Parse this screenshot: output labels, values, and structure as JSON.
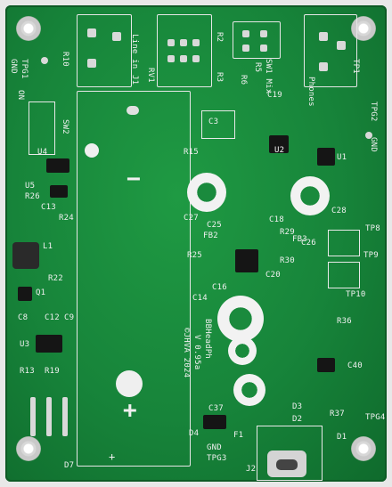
{
  "image": {
    "subject": "printed circuit board",
    "board_color": "#168238",
    "silkscreen_color": "#f0f0f0"
  },
  "labels": {
    "line_in": "Line in",
    "j1": "J1",
    "rv1": "RV1",
    "r2": "R2",
    "r3": "R3",
    "r5": "R5",
    "r6": "R6",
    "sw1_mix": "SW1 Mix",
    "phones": "Phones",
    "tp1": "TP1",
    "tpg1": "TPG1",
    "gnd_tl": "GND",
    "r10": "R10",
    "on": "ON",
    "sw2": "SW2",
    "tpg2": "TPG2",
    "gnd_r": "GND",
    "u1": "U1",
    "u2": "U2",
    "u4": "U4",
    "u5": "U5",
    "c3": "C3",
    "r15": "R15",
    "c18": "C18",
    "c19": "C19",
    "c25": "C25",
    "c26": "C26",
    "c27": "C27",
    "c28": "C28",
    "fb2": "FB2",
    "fb3": "FB3",
    "r25": "R25",
    "r29": "R29",
    "r30": "R30",
    "c14": "C14",
    "c16": "C16",
    "c20": "C20",
    "tp9": "TP9",
    "tp10": "TP10",
    "tp8": "TP8",
    "r36": "R36",
    "c40": "C40",
    "r13": "R13",
    "r19": "R19",
    "u3": "U3",
    "r26": "R26",
    "c13": "C13",
    "r24": "R24",
    "r22": "R22",
    "c8": "C8",
    "c12": "C12",
    "c9": "C9",
    "l1": "L1",
    "q1": "Q1",
    "bbheadphone": "BBHeadPh",
    "version": "V 0.95a",
    "copyright": "©JHVA 2024",
    "d3": "D3",
    "d2": "D2",
    "c37": "C37",
    "r37": "R37",
    "d4": "D4",
    "d7": "D7",
    "d1": "D1",
    "f1": "F1",
    "j2": "J2",
    "tpg3": "TPG3",
    "gnd_b": "GND",
    "tpg4": "TPG4",
    "minus": "−",
    "plus": "+",
    "plus_small": "+"
  }
}
